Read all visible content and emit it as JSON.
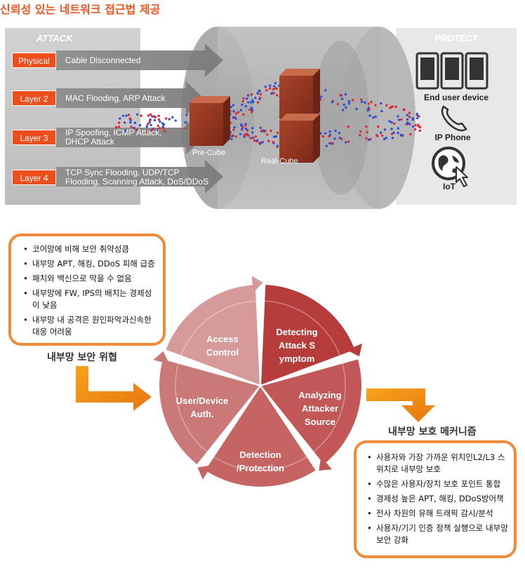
{
  "title": "신뢰성 있는 네트워크  접근법 제공",
  "attack": {
    "header": "ATTACK",
    "rows": [
      {
        "layer": "Physical",
        "text1": "Cable Disconnected",
        "text2": ""
      },
      {
        "layer": "Layer 2",
        "text1": "MAC Flooding, ARP Attack",
        "text2": ""
      },
      {
        "layer": "Layer 3",
        "text1": "IP Spoofing, ICMP Attack,",
        "text2": "DHCP Attack"
      },
      {
        "layer": "Layer 4",
        "text1": "TCP Sync Flooding, UDP/TCP",
        "text2": "Flooding, Scanning Attack, DoS/DDoS"
      }
    ]
  },
  "cubes": {
    "pre": "Pre-Cube",
    "real": "Real-Cube"
  },
  "protect": {
    "header": "PROTECT",
    "devices": [
      {
        "label": "End user device",
        "icon": "mobile-devices-icon"
      },
      {
        "label": "IP Phone",
        "icon": "phone-icon"
      },
      {
        "label": "IoT",
        "icon": "iot-globe-icon"
      }
    ]
  },
  "threats": {
    "caption": "내부망 보안 위협",
    "items": [
      "코어망에 비해 보안 취약성큼",
      "내부망 APT, 해킹, DDoS 피해 급증",
      "패치와 백신으로 막을 수 없음",
      "내부망에 FW, IPS의 배치는 경제성이 낮음",
      "내부망 내 공격은 원인파악과신속한 대응 어려움"
    ]
  },
  "cycle": {
    "segments": [
      {
        "label": "Access Control",
        "color": "#d79a9a"
      },
      {
        "label": "Detecting Attack S ymptom",
        "color": "#b63c3c"
      },
      {
        "label": "Analyzing Attacker Source",
        "color": "#c25757"
      },
      {
        "label": "Detection /Protection",
        "color": "#c66464"
      },
      {
        "label": "User/Device Auth.",
        "color": "#cb7878"
      }
    ]
  },
  "mechanism": {
    "caption": "내부망 보호 메커니즘",
    "items": [
      "사용자와 가장 가까운 위치인L2/L3 스위치로 내부망 보호",
      "수많은 사용자/장치 보호 포인트 통합",
      "경제성 높은 APT, 해킹, DDoS방어책",
      "전사 차원의 유해 트래픽 감시/분석",
      "사용자/기기 인증 정책 실행으로 내부망 보안 강화"
    ]
  }
}
